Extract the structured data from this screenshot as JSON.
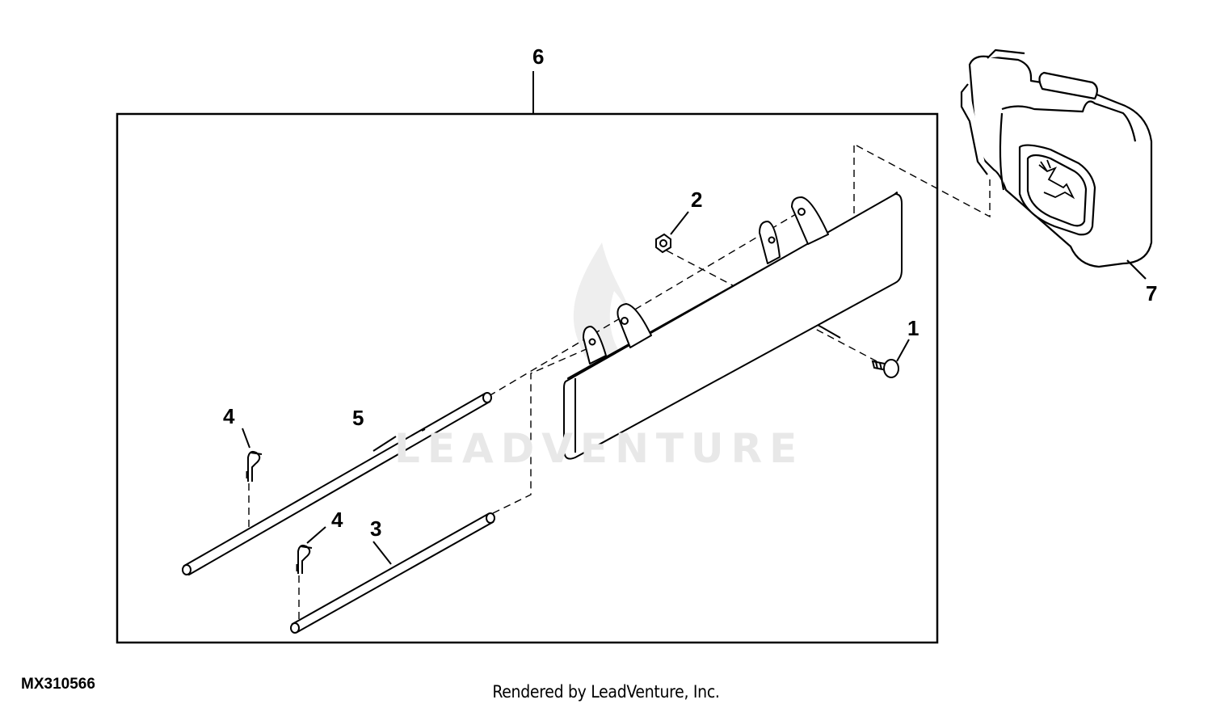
{
  "diagram": {
    "figure_id": "MX310566",
    "credit": "Rendered by LeadVenture, Inc.",
    "watermark_text": "LEADVENTURE",
    "callouts": [
      {
        "id": "callout-1",
        "label": "1"
      },
      {
        "id": "callout-2",
        "label": "2"
      },
      {
        "id": "callout-3",
        "label": "3"
      },
      {
        "id": "callout-4a",
        "label": "4"
      },
      {
        "id": "callout-4b",
        "label": "4"
      },
      {
        "id": "callout-5",
        "label": "5"
      },
      {
        "id": "callout-6",
        "label": "6"
      },
      {
        "id": "callout-7",
        "label": "7"
      }
    ]
  }
}
